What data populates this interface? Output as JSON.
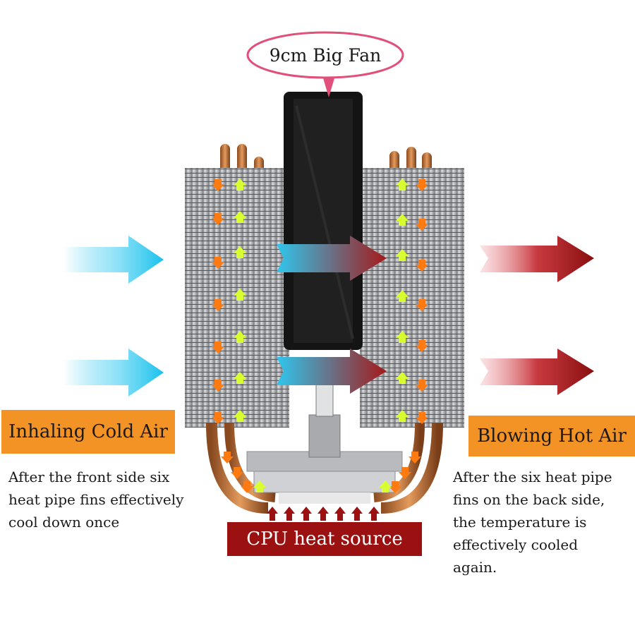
{
  "callout": {
    "text": "9cm Big Fan"
  },
  "left_panel": {
    "title": "Inhaling Cold Air",
    "lines": [
      "After the front side six",
      "heat pipe fins effectively",
      "cool down once"
    ]
  },
  "right_panel": {
    "title": "Blowing Hot Air",
    "lines": [
      "After the six heat pipe",
      "fins on the back side,",
      "the temperature is",
      "effectively cooled",
      "again."
    ]
  },
  "base_label": {
    "text": "CPU heat source"
  },
  "colors": {
    "cold_air": "#2fc6ee",
    "hot_air": "#8a0f0f",
    "label_orange": "#f39325",
    "label_red": "#9b1010",
    "heat_arrow_orange": "#ff7a10",
    "cool_arrow_yellow": "#d8ff30",
    "callout_pink": "#e0507a"
  },
  "icons": [
    "cold-air-arrow-icon",
    "hot-air-arrow-icon",
    "heat-up-arrow-icon",
    "airflow-arrow-icon"
  ]
}
